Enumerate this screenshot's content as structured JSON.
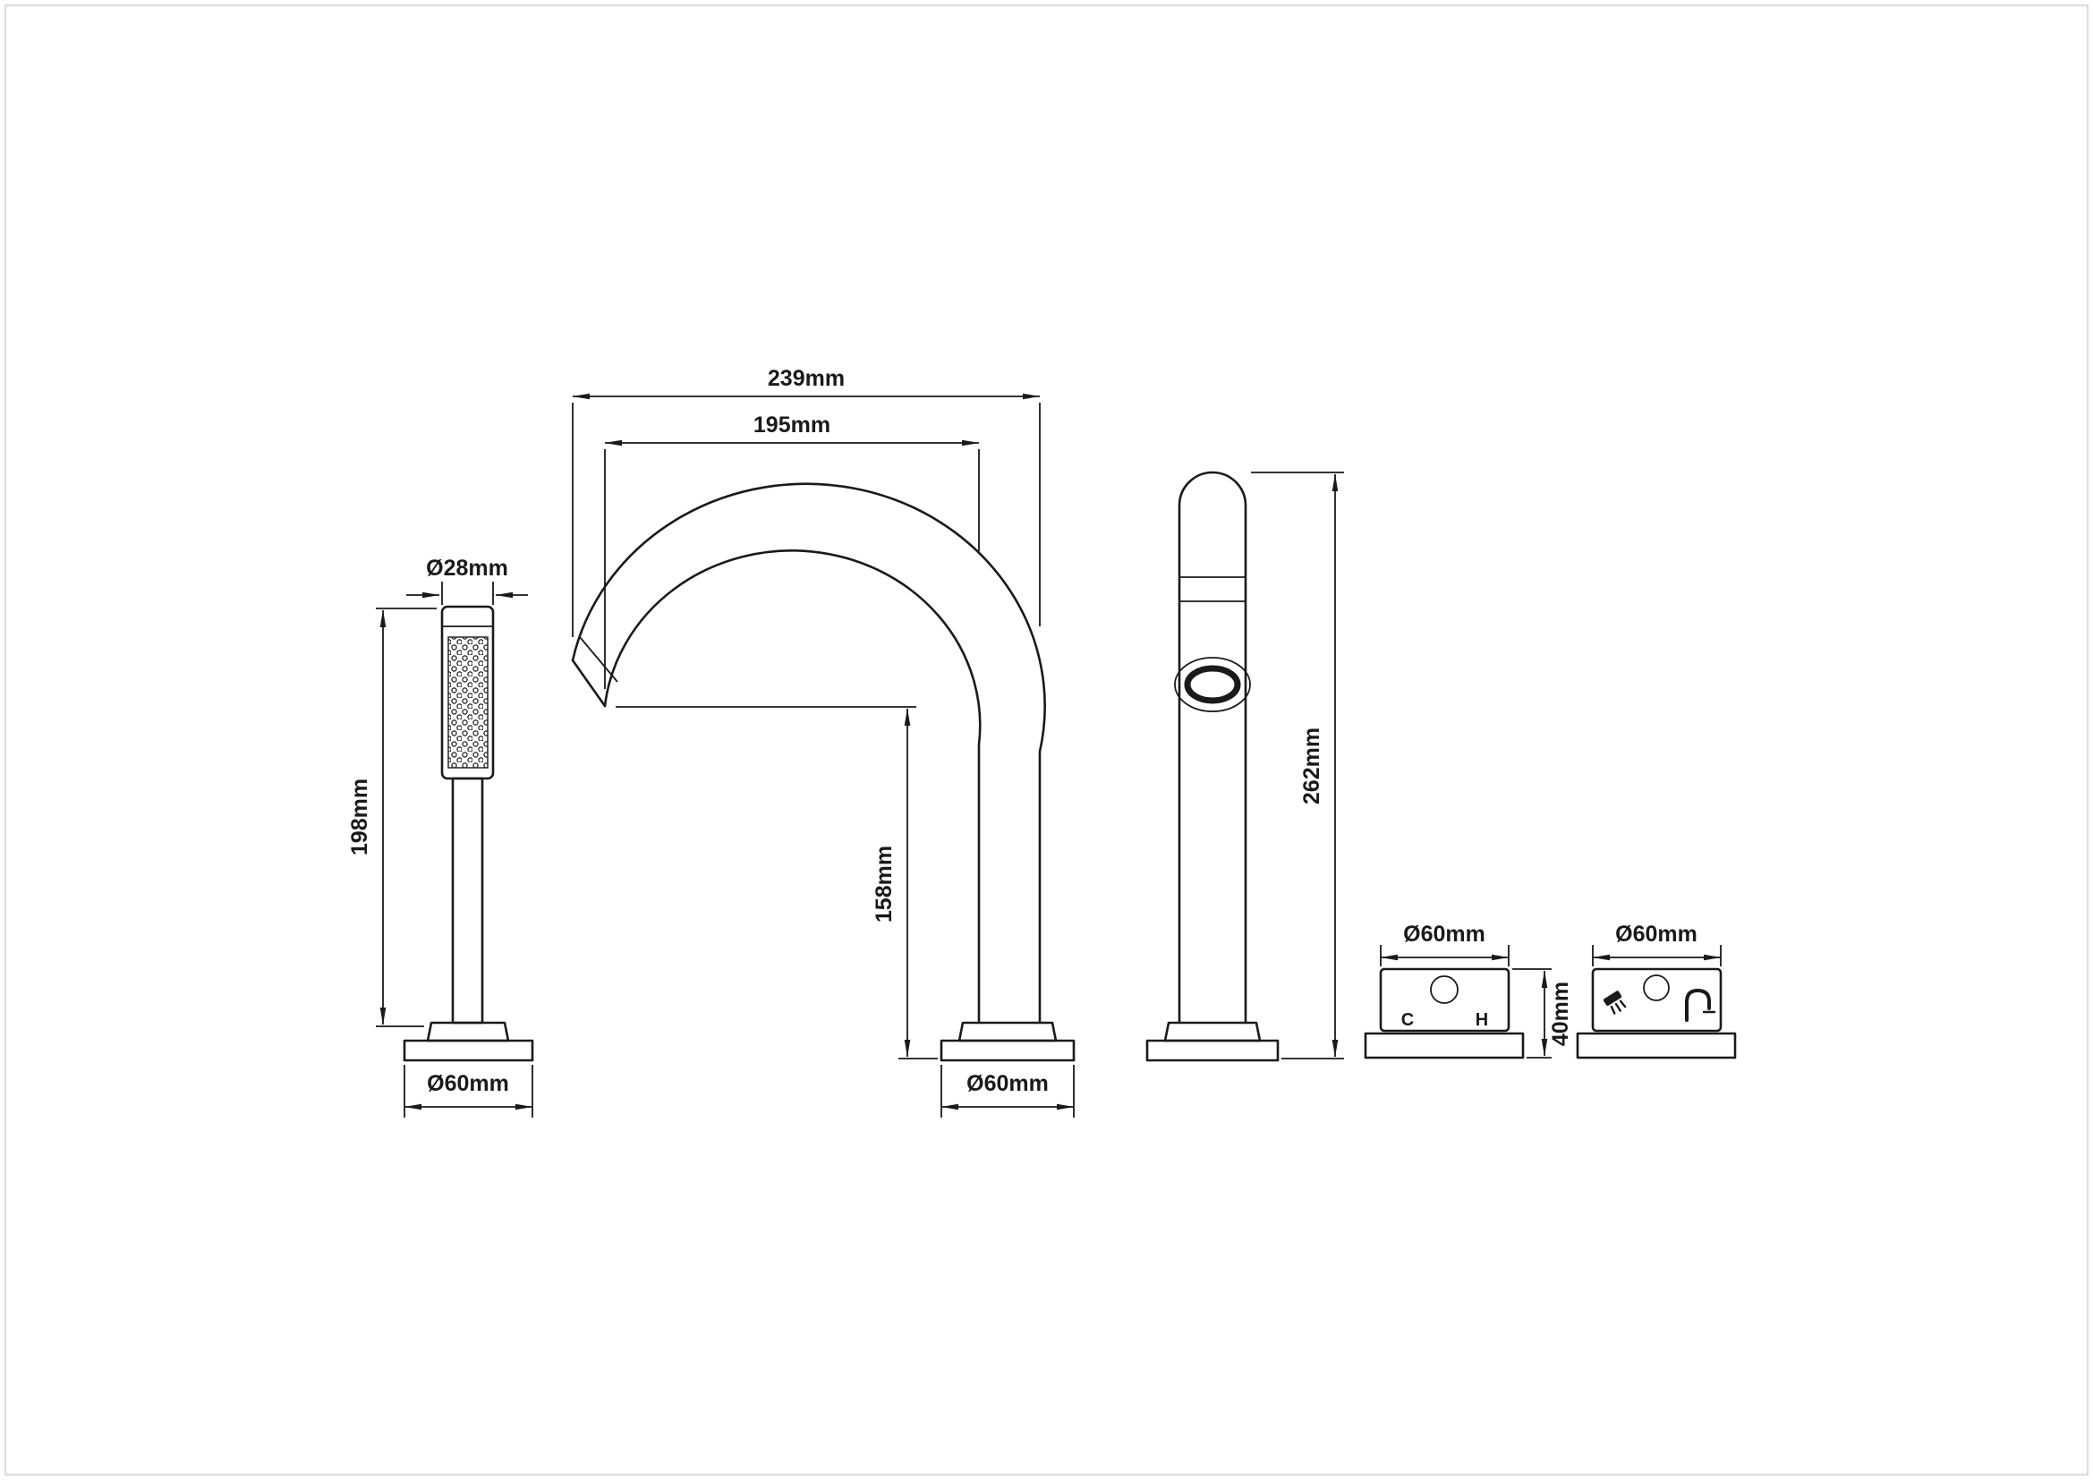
{
  "background": "#ffffff",
  "line_color": "#1a1a1a",
  "figures": {
    "hand_shower": {
      "head_diameter": "Ø28mm",
      "height": "198mm",
      "base_diameter": "Ø60mm"
    },
    "spout_front": {
      "overall_width": "239mm",
      "reach": "195mm",
      "outlet_height": "158mm",
      "base_diameter": "Ø60mm"
    },
    "spout_side": {
      "overall_height": "262mm"
    },
    "mixer_handle": {
      "width": "Ø60mm",
      "height": "40mm",
      "cold": "C",
      "hot": "H"
    },
    "diverter_handle": {
      "width": "Ø60mm"
    }
  },
  "icons": {
    "diverter_left": "shower-icon",
    "diverter_right": "spout-icon"
  }
}
